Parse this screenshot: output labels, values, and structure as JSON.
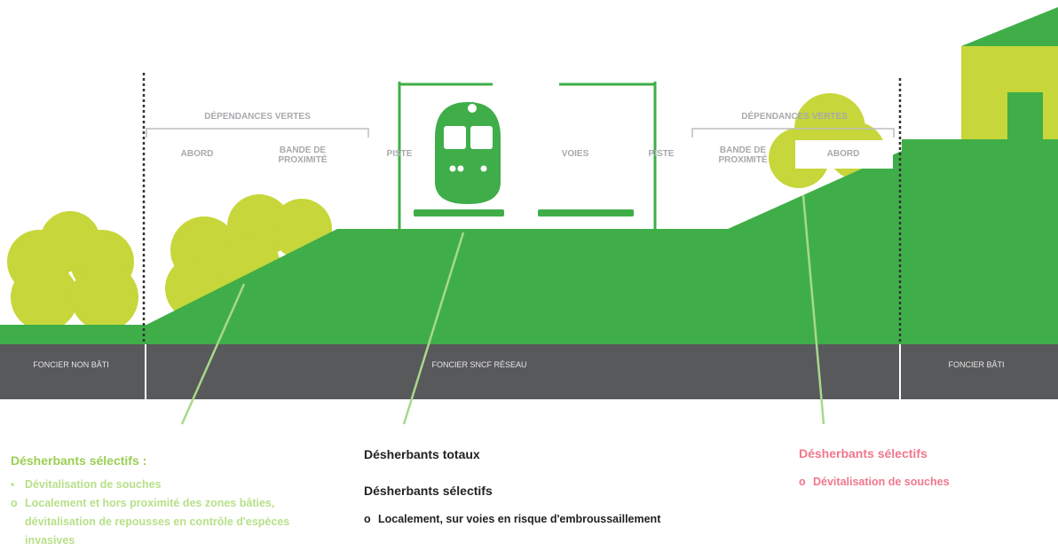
{
  "zones": {
    "left_group": "DÉPENDANCES VERTES",
    "right_group": "DÉPENDANCES VERTES",
    "abord_left": "ABORD",
    "bande_left": "BANDE DE PROXIMITÉ",
    "piste_left": "PISTE",
    "voies": "VOIES",
    "piste_right": "PISTE",
    "bande_right": "BANDE DE PROXIMITÉ",
    "abord_right": "ABORD"
  },
  "ground": {
    "left": "FONCIER NON BÂTI",
    "center": "FONCIER SNCF RÉSEAU",
    "right": "FONCIER BÂTI"
  },
  "left_block": {
    "heading": "Désherbants sélectifs :",
    "items": [
      "Dévitalisation de souches",
      "Localement et hors proximité des zones bâties, dévitalisation de repousses en contrôle d'espèces invasives"
    ]
  },
  "center_block": {
    "heading1": "Désherbants totaux",
    "heading2": "Désherbants sélectifs",
    "items": [
      "Localement, sur voies en risque d'embroussaillement"
    ]
  },
  "right_block": {
    "heading": "Désherbants sélectifs",
    "items": [
      "Dévitalisation de souches"
    ]
  },
  "colors": {
    "embankment": "#3fae49",
    "foliage": "#c7d63a",
    "ground_band": "#58595b",
    "left_text": "#9bcf53",
    "right_text": "#f0788c"
  }
}
